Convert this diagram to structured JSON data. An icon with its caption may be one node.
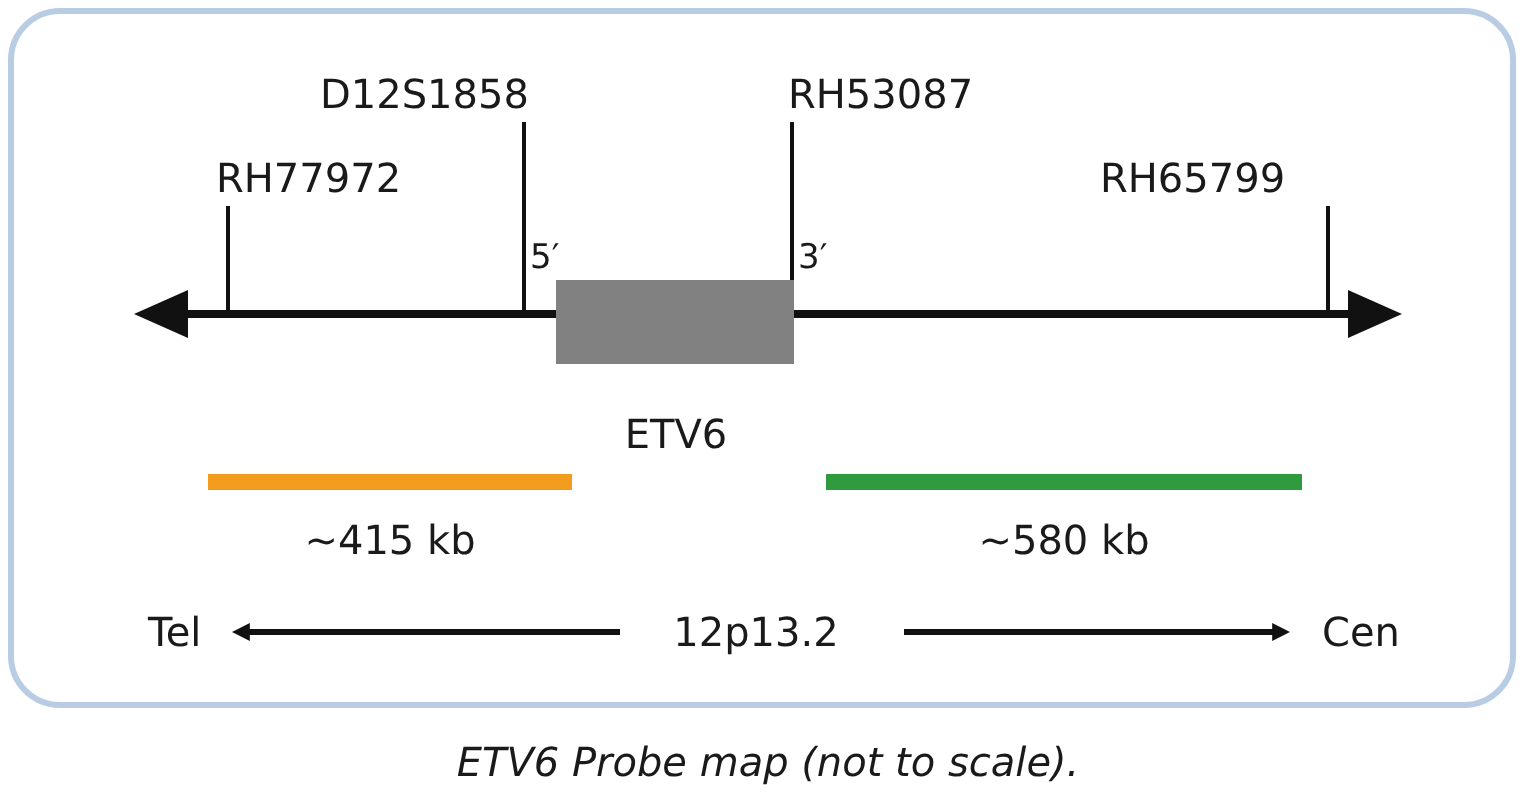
{
  "diagram": {
    "caption": "ETV6 Probe map (not to scale).",
    "nodes": [
      {
        "text": [],
        "shape": "bar"
      },
      {
        "text": [
          "ETV6"
        ]
      },
      {
        "text": [
          "D12S1858"
        ]
      },
      {
        "text": [
          "RH77972"
        ]
      },
      {
        "text": [
          "RH53087"
        ]
      },
      {
        "text": [
          "RH65799"
        ]
      },
      {
        "text": [
          "~415 kb"
        ]
      },
      {
        "text": [
          "~580 kb"
        ]
      }
    ],
    "edges": [
      {
        "from": 2,
        "to": 0,
        "arrow": "none"
      },
      {
        "from": 3,
        "to": 0,
        "arrow": "none"
      },
      {
        "from": 4,
        "to": 1,
        "arrow": "none"
      },
      {
        "from": 5,
        "to": 0,
        "arrow": "none"
      }
    ],
    "labels": [
      "5′",
      "3′",
      "Tel",
      "12p13.2",
      "Cen"
    ]
  }
}
